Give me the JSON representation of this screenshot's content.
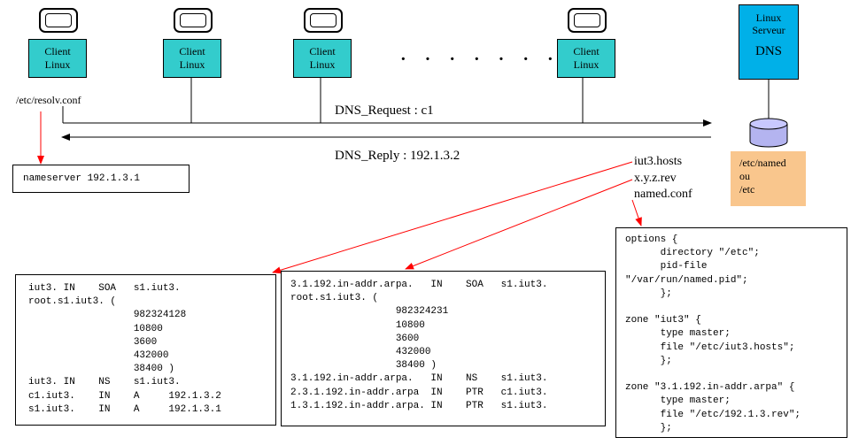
{
  "clients": [
    {
      "line1": "Client",
      "line2": "Linux"
    },
    {
      "line1": "Client",
      "line2": "Linux"
    },
    {
      "line1": "Client",
      "line2": "Linux"
    },
    {
      "line1": "Client",
      "line2": "Linux"
    }
  ],
  "ellipsis": "· · · · · · ·",
  "server": {
    "line1": "Linux",
    "line2": "Serveur",
    "line3": "DNS"
  },
  "server_files": {
    "line1": "/etc/named",
    "line2": "ou",
    "line3": "/etc"
  },
  "client_file": "/etc/resolv.conf",
  "resolv_content": "nameserver 192.1.3.1",
  "request_label": "DNS_Request : c1",
  "reply_label": "DNS_Reply : 192.1.3.2",
  "config_files": [
    "iut3.hosts",
    "x.y.z.rev",
    "named.conf"
  ],
  "hosts_file": "iut3. IN    SOA   s1.iut3.\nroot.s1.iut3. (\n                  982324128\n                  10800\n                  3600\n                  432000\n                  38400 )\niut3. IN    NS    s1.iut3.\nc1.iut3.    IN    A     192.1.3.2\ns1.iut3.    IN    A     192.1.3.1",
  "rev_file": "3.1.192.in-addr.arpa.   IN    SOA   s1.iut3.\nroot.s1.iut3. (\n                  982324231\n                  10800\n                  3600\n                  432000\n                  38400 )\n3.1.192.in-addr.arpa.   IN    NS    s1.iut3.\n2.3.1.192.in-addr.arpa  IN    PTR   c1.iut3.\n1.3.1.192.in-addr.arpa. IN    PTR   s1.iut3.",
  "named_conf": "options {\n      directory \"/etc\";\n      pid-file\n\"/var/run/named.pid\";\n      };\n\nzone \"iut3\" {\n      type master;\n      file \"/etc/iut3.hosts\";\n      };\n\nzone \"3.1.192.in-addr.arpa\" {\n      type master;\n      file \"/etc/192.1.3.rev\";\n      };",
  "colors": {
    "client_fill": "#33cccc",
    "server_fill": "#00b0e8",
    "files_fill": "#f9c68d",
    "pointer": "#ff0000",
    "line": "#000000"
  }
}
